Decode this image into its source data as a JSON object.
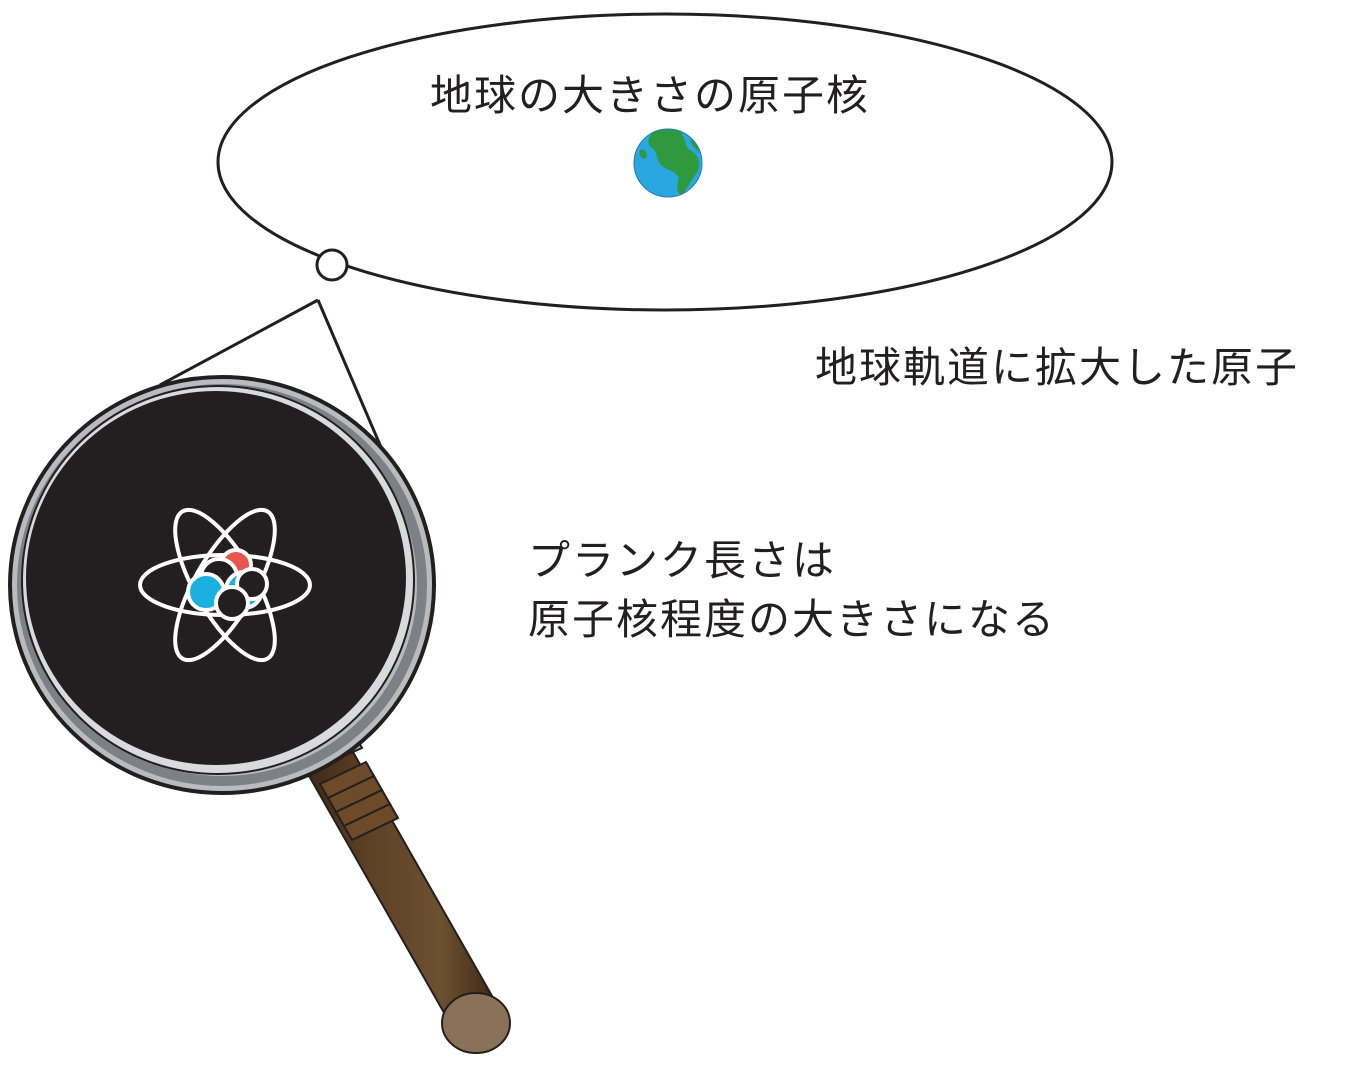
{
  "bubble": {
    "title": "地球の大きさの原子核"
  },
  "orbit_label": "地球軌道に拡大した原子",
  "planck": {
    "line1": "プランク長さは",
    "line2": "原子核程度の大きさになる"
  },
  "colors": {
    "lens_dark": "#231f20",
    "lens_rim": "#b9bcbf",
    "lens_rim_shadow": "#7d8185",
    "handle_brown": "#5e4125",
    "handle_dark": "#3b2714",
    "handle_end": "#8a7258",
    "nucleon_blue": "#1ab0e0",
    "nucleon_red": "#e8544e",
    "earth_ocean": "#2aa6e0",
    "earth_land": "#2e9a3d"
  },
  "icons": {
    "earth": "earth-icon",
    "atom": "atom-icon",
    "magnifier": "magnifying-glass-icon"
  }
}
